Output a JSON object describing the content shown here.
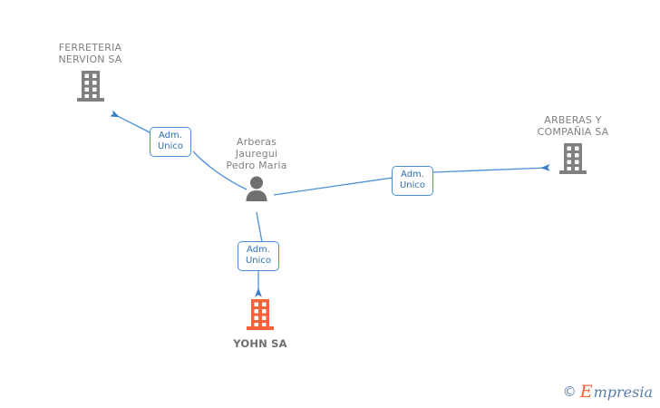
{
  "diagram": {
    "background_color": "#ffffff",
    "edge_color": "#4a90d9",
    "node_gray": "#808080",
    "node_highlight": "#f4633a",
    "person": {
      "icon": "person-icon",
      "label": "Arberas\nJauregui\nPedro Maria"
    },
    "companies": [
      {
        "id": "ferreteria-nervion",
        "icon": "building-icon",
        "label": "FERRETERIA\nNERVION SA",
        "color": "#808080",
        "highlighted": false
      },
      {
        "id": "arberas-y-compania",
        "icon": "building-icon",
        "label": "ARBERAS Y\nCOMPAÑIA SA",
        "color": "#808080",
        "highlighted": false
      },
      {
        "id": "yohn-sa",
        "icon": "building-icon",
        "label": "YOHN SA",
        "color": "#f4633a",
        "highlighted": true
      }
    ],
    "edges": [
      {
        "id": "edge-to-ferreteria",
        "from": "person",
        "to": "ferreteria-nervion",
        "label": "Adm.\nUnico"
      },
      {
        "id": "edge-to-arberas",
        "from": "person",
        "to": "arberas-y-compania",
        "label": "Adm.\nUnico"
      },
      {
        "id": "edge-to-yohn",
        "from": "person",
        "to": "yohn-sa",
        "label": "Adm.\nUnico"
      }
    ]
  },
  "watermark": {
    "copyright": "©",
    "brand_initial": "E",
    "brand_rest": "mpresia"
  }
}
